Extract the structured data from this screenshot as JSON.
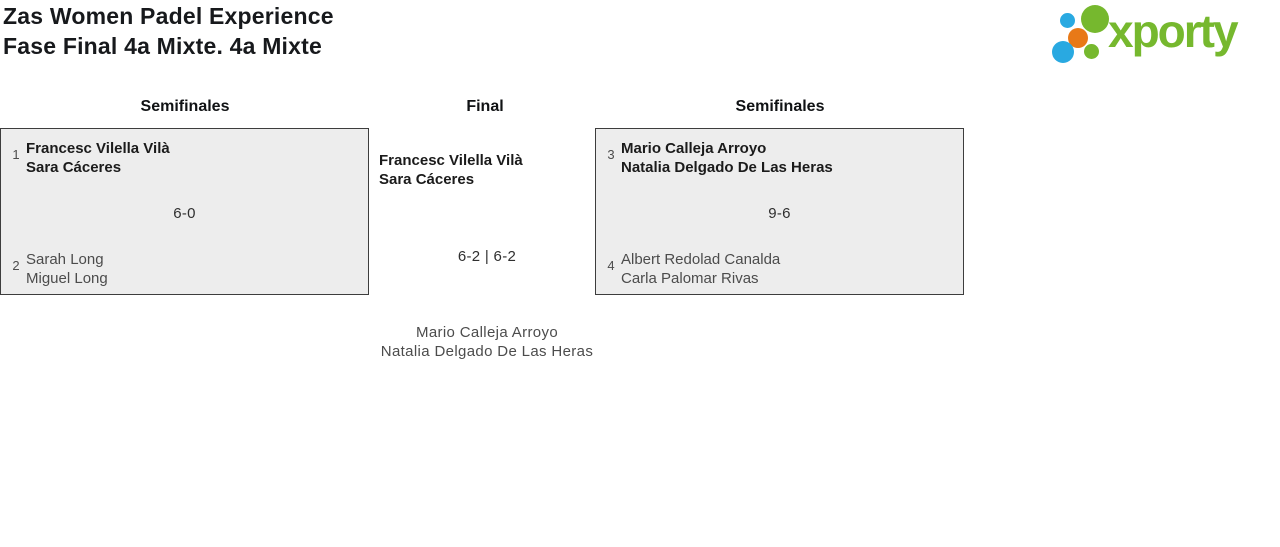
{
  "header": {
    "title_line1": "Zas Women Padel Experience",
    "title_line2": "Fase Final 4a Mixte. 4a Mixte"
  },
  "logo": {
    "wordmark": "xporty",
    "colors": {
      "green": "#76b82e",
      "blue": "#29a9e1",
      "orange": "#e87917"
    }
  },
  "bracket": {
    "round_headers": [
      "Semifinales",
      "Final",
      "Semifinales"
    ],
    "matches": {
      "semi_left": {
        "round": "Semifinales",
        "seed_top": "1",
        "team_top": [
          "Francesc Vilella Vilà",
          "Sara Cáceres"
        ],
        "score": "6-0",
        "seed_bottom": "2",
        "team_bottom": [
          "Sarah Long",
          "Miguel Long"
        ],
        "winner": "top"
      },
      "final": {
        "round": "Final",
        "team_top": [
          "Francesc Vilella Vilà",
          "Sara Cáceres"
        ],
        "score": "6-2 | 6-2",
        "team_bottom": [
          "Mario Calleja Arroyo",
          "Natalia Delgado De Las Heras"
        ],
        "winner": "top"
      },
      "semi_right": {
        "round": "Semifinales",
        "seed_top": "3",
        "team_top": [
          "Mario Calleja Arroyo",
          "Natalia Delgado De Las Heras"
        ],
        "score": "9-6",
        "seed_bottom": "4",
        "team_bottom": [
          "Albert Redolad Canalda",
          "Carla Palomar Rivas"
        ],
        "winner": "top"
      }
    }
  },
  "colors": {
    "match_box_bg": "#ededed",
    "match_box_border": "#3d3d3d",
    "winner_text": "#1b1b1b",
    "loser_text": "#4c4c4c",
    "score_text": "#2f2f2f"
  }
}
